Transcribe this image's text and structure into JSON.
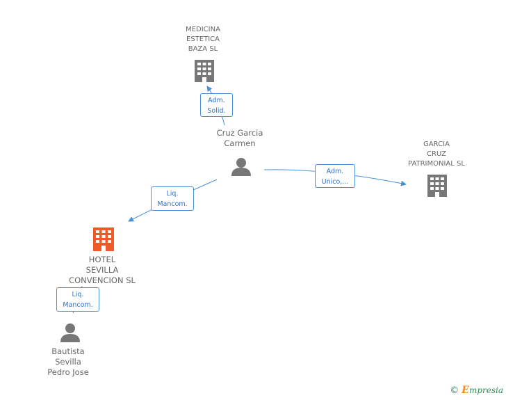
{
  "nodes": {
    "medicina": {
      "lines": [
        "MEDICINA",
        "ESTETICA",
        "BAZA SL"
      ]
    },
    "garcia": {
      "lines": [
        "GARCIA",
        "CRUZ",
        "PATRIMONIAL SL"
      ]
    },
    "hotel": {
      "lines": [
        "HOTEL",
        "SEVILLA",
        "CONVENCION SL"
      ]
    },
    "cruz": {
      "lines": [
        "Cruz Garcia",
        "Carmen"
      ]
    },
    "bautista": {
      "lines": [
        "Bautista",
        "Sevilla",
        "Pedro Jose"
      ]
    }
  },
  "edges": {
    "cruz_medicina": {
      "lines": [
        "Adm.",
        "Solid."
      ]
    },
    "cruz_garcia": {
      "lines": [
        "Adm.",
        "Unico,..."
      ]
    },
    "cruz_hotel": {
      "lines": [
        "Liq.",
        "Mancom."
      ]
    },
    "bautista_hotel": {
      "lines": [
        "Liq.",
        "Mancom."
      ]
    }
  },
  "colors": {
    "company_icon": "#777777",
    "highlight_company_icon": "#f05a28",
    "person_icon": "#777777",
    "edge_line": "#4a90d9",
    "edge_text": "#2f72c4"
  },
  "footer": {
    "copyright": "©",
    "brand_initial": "E",
    "brand_rest": "mpresia"
  }
}
